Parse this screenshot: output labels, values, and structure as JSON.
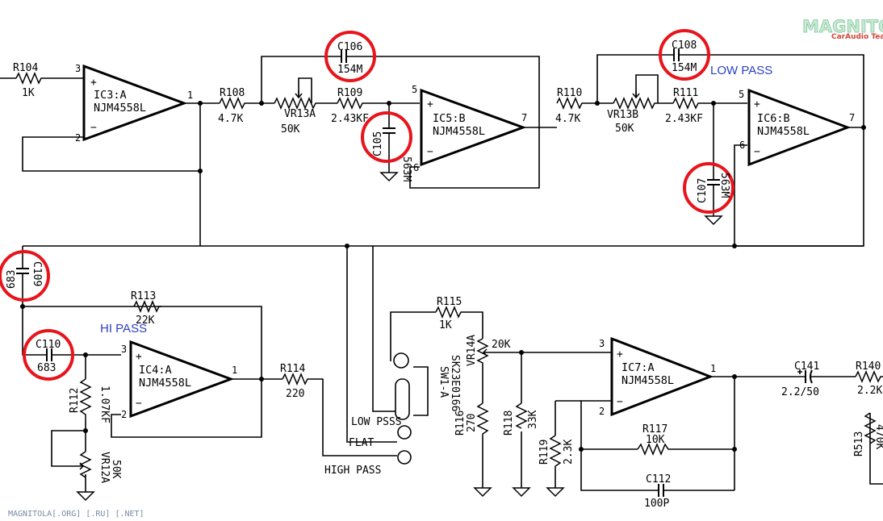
{
  "logo": {
    "text": "MAGNITOLA",
    "subtitle": "CarAudio Team"
  },
  "footer": "MAGNITOLA[.ORG] [.RU] [.NET]",
  "filters": {
    "low_pass": "LOW PASS",
    "hi_pass": "HI PASS"
  },
  "amps": [
    {
      "ref": "IC3:A",
      "part": "NJM4558L",
      "pins": [
        "3",
        "2",
        "1"
      ]
    },
    {
      "ref": "IC5:B",
      "part": "NJM4558L",
      "pins": [
        "5",
        "6",
        "7"
      ]
    },
    {
      "ref": "IC6:B",
      "part": "NJM4558L",
      "pins": [
        "5",
        "6",
        "7"
      ]
    },
    {
      "ref": "IC4:A",
      "part": "NJM4558L",
      "pins": [
        "3",
        "2",
        "1"
      ]
    },
    {
      "ref": "IC7:A",
      "part": "NJM4558L",
      "pins": [
        "3",
        "2",
        "1"
      ]
    }
  ],
  "resistors": [
    {
      "ref": "R104",
      "value": "1K"
    },
    {
      "ref": "R108",
      "value": "4.7K"
    },
    {
      "ref": "R109",
      "value": "2.43KF"
    },
    {
      "ref": "R110",
      "value": "4.7K"
    },
    {
      "ref": "R111",
      "value": "2.43KF"
    },
    {
      "ref": "R113",
      "value": "22K"
    },
    {
      "ref": "R114",
      "value": "220"
    },
    {
      "ref": "R115",
      "value": "1K"
    },
    {
      "ref": "R112",
      "value": "1.07KF"
    },
    {
      "ref": "R116",
      "value": "270"
    },
    {
      "ref": "R117",
      "value": "10K"
    },
    {
      "ref": "R118",
      "value": "33K"
    },
    {
      "ref": "R119",
      "value": "2.3K"
    },
    {
      "ref": "R140",
      "value": "2.2K"
    },
    {
      "ref": "R513",
      "value": "470K"
    }
  ],
  "pots": [
    {
      "ref": "VR13A",
      "value": "50K"
    },
    {
      "ref": "VR13B",
      "value": "50K"
    },
    {
      "ref": "VR14A",
      "value": "20K"
    },
    {
      "ref": "VR12A",
      "value": "50K"
    }
  ],
  "caps": [
    {
      "ref": "C106",
      "value": "154M"
    },
    {
      "ref": "C108",
      "value": "154M"
    },
    {
      "ref": "C105",
      "value": "563M"
    },
    {
      "ref": "C107",
      "value": "563M"
    },
    {
      "ref": "C109",
      "value": "683"
    },
    {
      "ref": "C110",
      "value": "683"
    },
    {
      "ref": "C112",
      "value": "100P"
    },
    {
      "ref": "C141",
      "value": "2.2/50"
    }
  ],
  "switch": {
    "ref": "SW1-A",
    "part": "SK23E0166"
  },
  "switch_positions": [
    "LOW PSSS",
    "FLAT",
    "HIGH PASS"
  ],
  "highlight_color": "#e8141c",
  "label_color": "#2a3fc4"
}
